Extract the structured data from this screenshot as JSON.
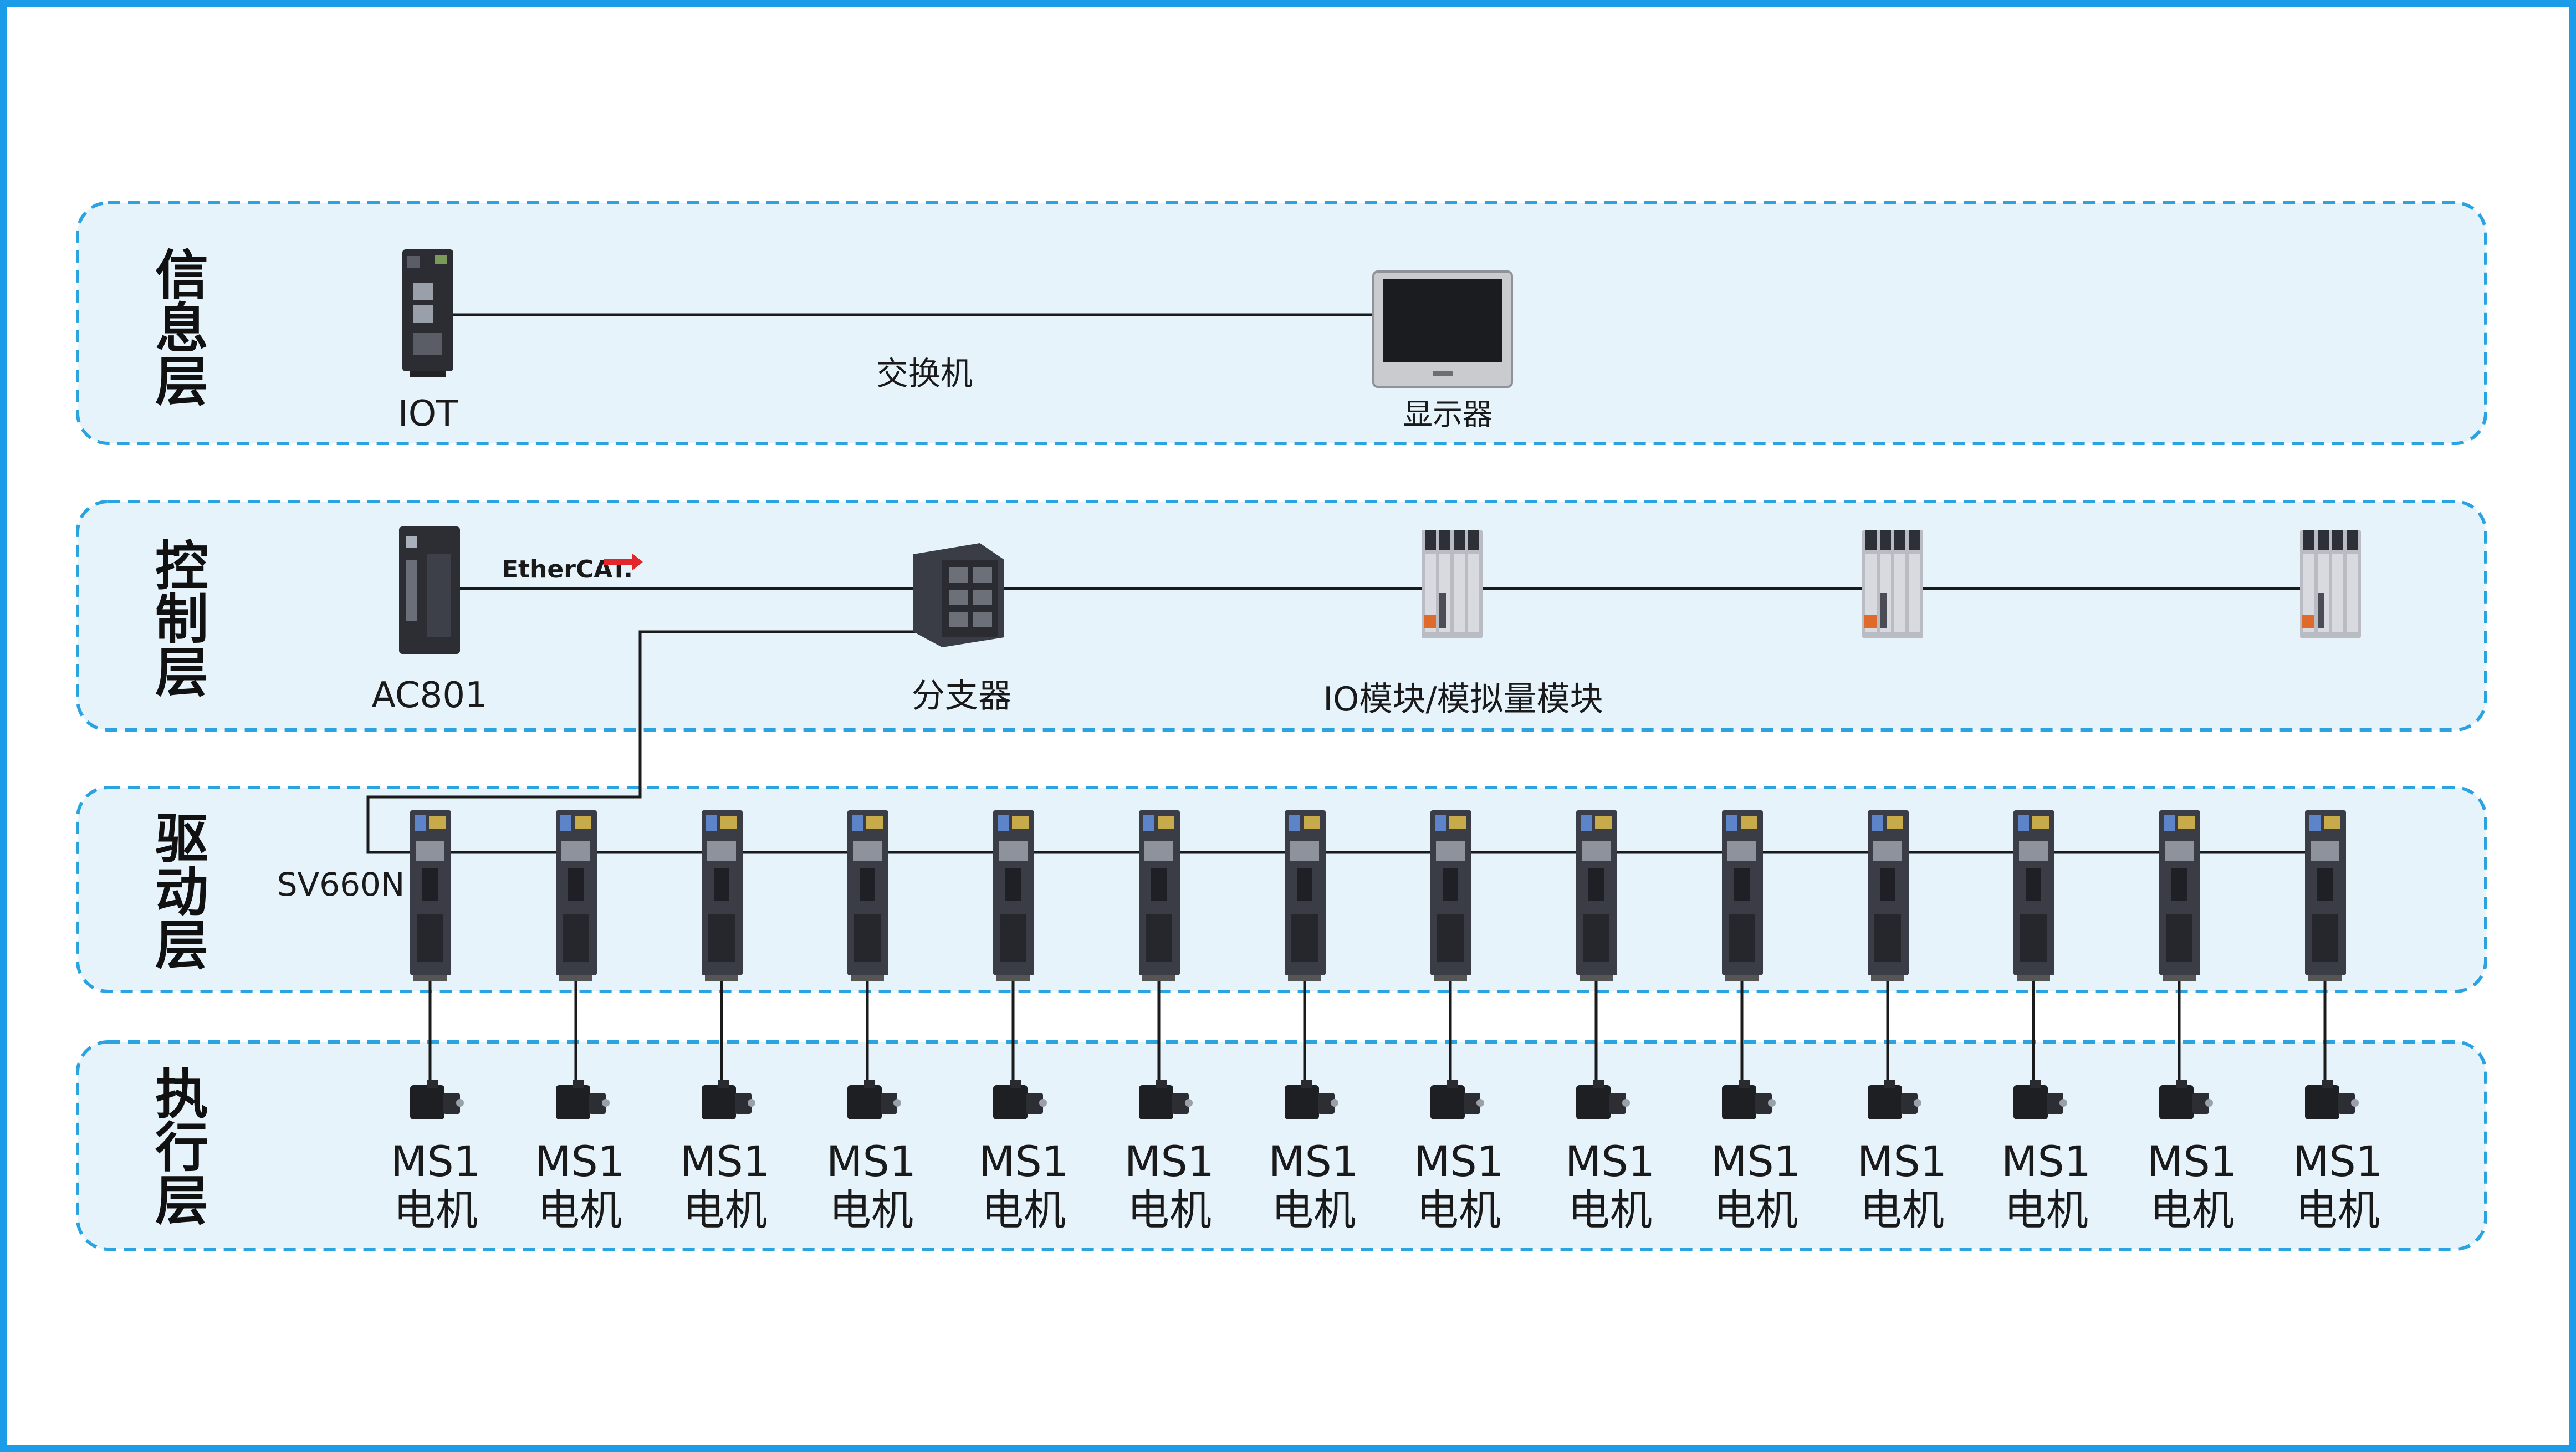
{
  "layers": {
    "info": "信\n息\n层",
    "control": "控\n制\n层",
    "drive": "驱\n动\n层",
    "execute": "执\n行\n层"
  },
  "devices": {
    "iot": "IOT",
    "switch": "交换机",
    "display": "显示器",
    "ethercat_logo": "EtherCAT.",
    "ac801": "AC801",
    "splitter": "分支器",
    "io_module": "IO模块/模拟量模块",
    "servo_drive": "SV660N",
    "motor_line1": "MS1",
    "motor_line2": "电机"
  },
  "counts": {
    "io_modules": 3,
    "servo_drives": 14,
    "motors": 14
  },
  "colors": {
    "frame": "#1a9ce8",
    "layer_fill": "#e6f3fb",
    "layer_border": "#2aa3e0",
    "device_dark": "#3a3d45",
    "ethercat_red": "#e3262b"
  }
}
